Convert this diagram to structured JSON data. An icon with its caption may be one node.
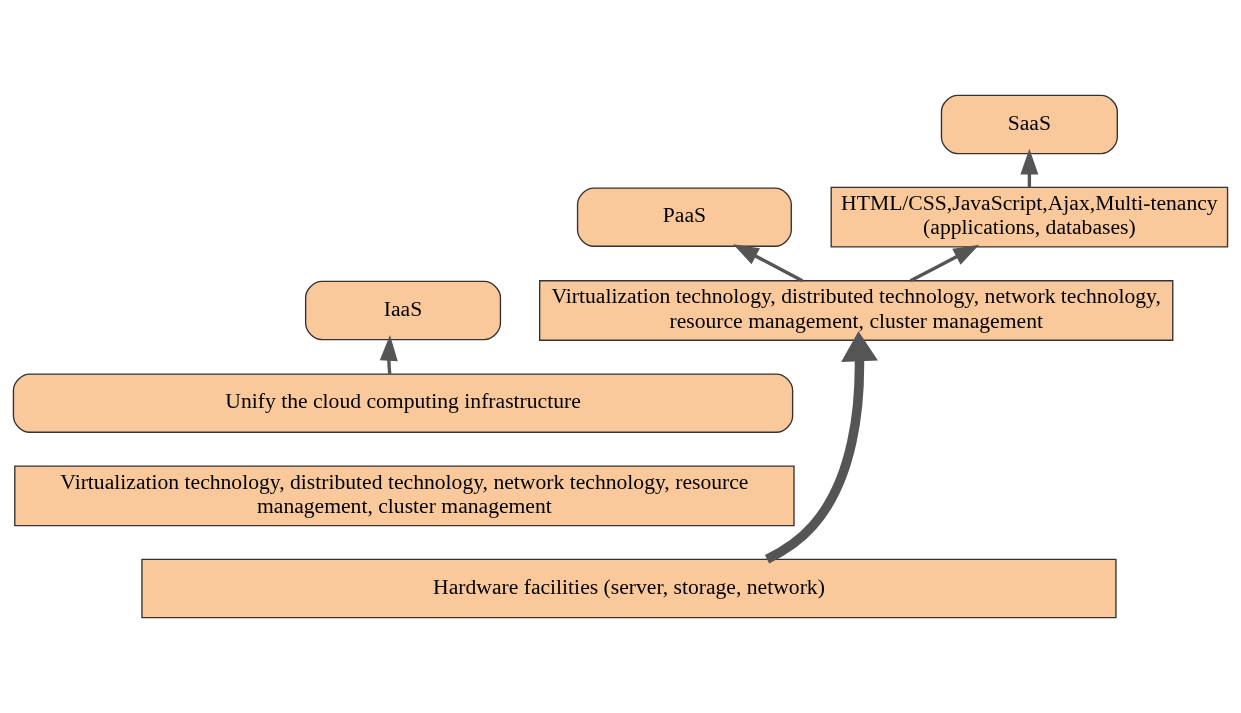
{
  "diagram": {
    "nodes": [
      {
        "text": [
          "SaaS"
        ]
      },
      {
        "text": [
          "PaaS"
        ]
      },
      {
        "text": [
          "HTML/CSS,JavaScript,Ajax,Multi-tenancy (applications, databases)"
        ]
      },
      {
        "text": [
          "IaaS"
        ]
      },
      {
        "text": [
          "Virtualization technology, distributed technology, network technology, resource management, cluster management"
        ]
      },
      {
        "text": [
          "Unify the cloud computing infrastructure"
        ]
      },
      {
        "text": [
          "Virtualization technology, distributed technology, network technology, resource management, cluster management"
        ]
      },
      {
        "text": [
          "Hardware facilities (server, storage, network)"
        ]
      }
    ],
    "edges": [
      {
        "from": 2,
        "to": 0,
        "arrow": "to"
      },
      {
        "from": 4,
        "to": 1,
        "arrow": "to"
      },
      {
        "from": 4,
        "to": 2,
        "arrow": "to"
      },
      {
        "from": 5,
        "to": 3,
        "arrow": "to"
      },
      {
        "from": 7,
        "to": 4,
        "arrow": "to",
        "style": "thick"
      }
    ]
  }
}
